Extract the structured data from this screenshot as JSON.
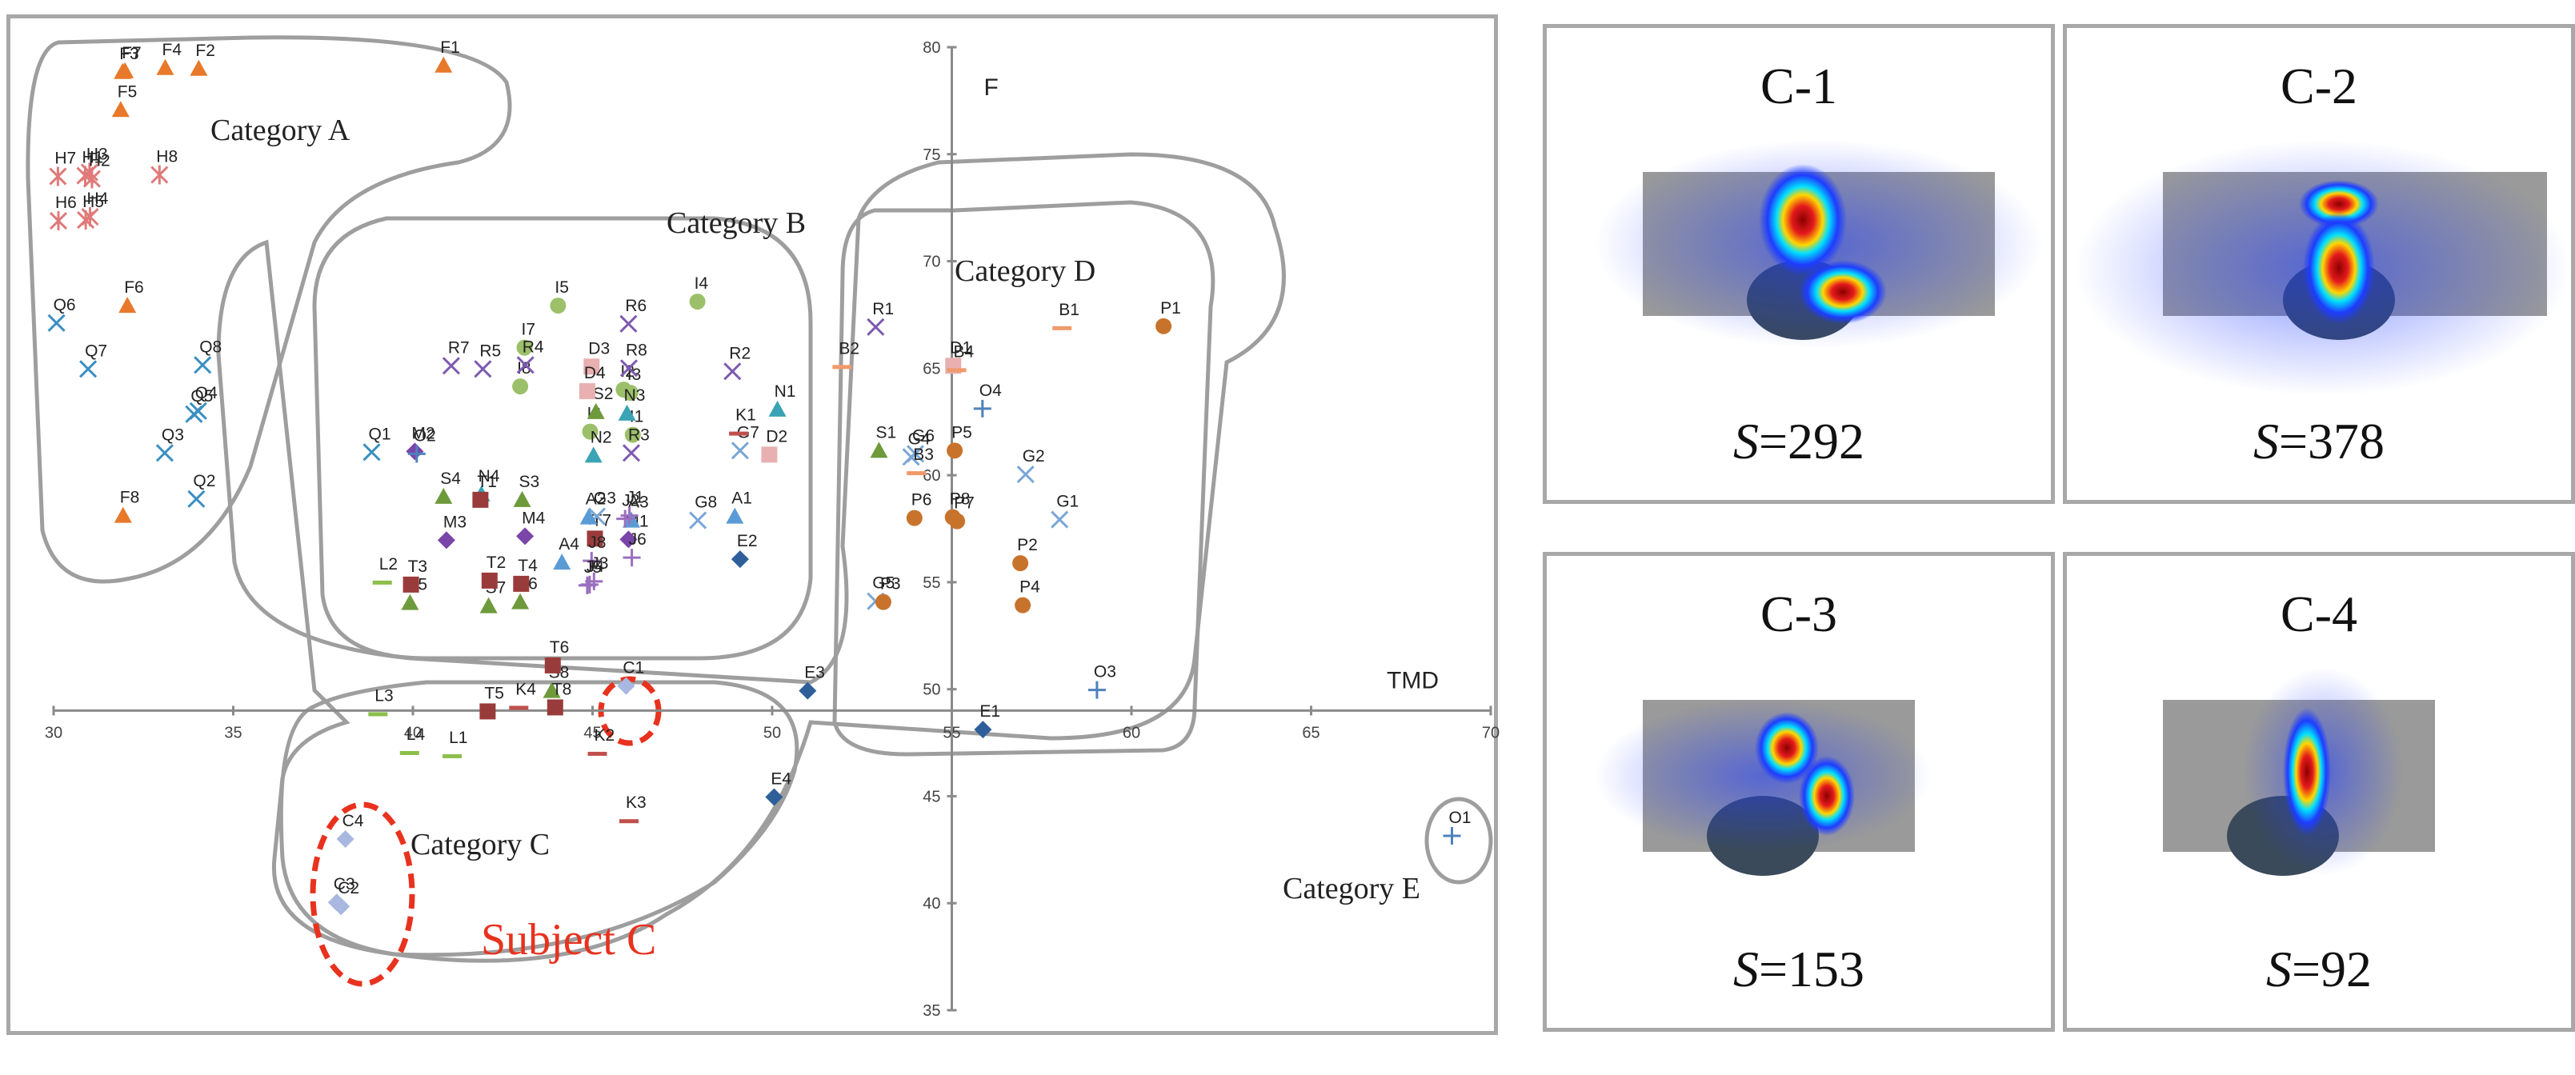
{
  "chart_data": {
    "type": "scatter",
    "xlabel": "TMD",
    "ylabel": "F",
    "xlim": [
      30,
      70
    ],
    "ylim": [
      35,
      80
    ],
    "x_ticks": [
      "30",
      "35",
      "40",
      "45",
      "50",
      "55",
      "60",
      "65",
      "70"
    ],
    "y_ticks": [
      "35",
      "40",
      "45",
      "50",
      "55",
      "60",
      "65",
      "70",
      "75",
      "80"
    ],
    "grid": false,
    "colors": {
      "F": "#e8792a",
      "H": "#e07a7a",
      "Q": "#3b8fc2",
      "I": "#9cc06a",
      "R": "#7e5bb0",
      "N": "#3aa3b5",
      "S": "#6e9a3c",
      "M": "#7a45a8",
      "T": "#9a3b3b",
      "L": "#8bbf4a",
      "D": "#e8b0b0",
      "G": "#7aa6d6",
      "K": "#c0504d",
      "A": "#5a9bd5",
      "J": "#9b6fbf",
      "E": "#2e5f9a",
      "C": "#a8b8e0",
      "B": "#f09a6a",
      "P": "#c8732c",
      "O": "#4f81bd"
    },
    "points": [
      {
        "label": "F1",
        "x": 41,
        "y": 79
      },
      {
        "label": "F2",
        "x": 34,
        "y": 79
      },
      {
        "label": "F3",
        "x": 32,
        "y": 79
      },
      {
        "label": "F4",
        "x": 33,
        "y": 79
      },
      {
        "label": "F7",
        "x": 32,
        "y": 79
      },
      {
        "label": "F5",
        "x": 32,
        "y": 77
      },
      {
        "label": "F6",
        "x": 32,
        "y": 68
      },
      {
        "label": "F8",
        "x": 32,
        "y": 58
      },
      {
        "label": "H7",
        "x": 30,
        "y": 74
      },
      {
        "label": "H3",
        "x": 31,
        "y": 74
      },
      {
        "label": "H1",
        "x": 31,
        "y": 74
      },
      {
        "label": "H2",
        "x": 31,
        "y": 74
      },
      {
        "label": "H8",
        "x": 33,
        "y": 74
      },
      {
        "label": "H6",
        "x": 30,
        "y": 72
      },
      {
        "label": "H4",
        "x": 31,
        "y": 72
      },
      {
        "label": "H5",
        "x": 31,
        "y": 72
      },
      {
        "label": "Q6",
        "x": 30,
        "y": 67
      },
      {
        "label": "Q7",
        "x": 31,
        "y": 65
      },
      {
        "label": "Q8",
        "x": 34,
        "y": 65
      },
      {
        "label": "Q4",
        "x": 34,
        "y": 63
      },
      {
        "label": "Q5",
        "x": 34,
        "y": 63
      },
      {
        "label": "Q3",
        "x": 33,
        "y": 61
      },
      {
        "label": "Q2",
        "x": 34,
        "y": 59
      },
      {
        "label": "Q1",
        "x": 39,
        "y": 61
      },
      {
        "label": "I5",
        "x": 44,
        "y": 68
      },
      {
        "label": "I4",
        "x": 48,
        "y": 68
      },
      {
        "label": "I7",
        "x": 43,
        "y": 66
      },
      {
        "label": "I8",
        "x": 43,
        "y": 64
      },
      {
        "label": "I2",
        "x": 46,
        "y": 64
      },
      {
        "label": "I3",
        "x": 46,
        "y": 64
      },
      {
        "label": "I6",
        "x": 45,
        "y": 62
      },
      {
        "label": "I1",
        "x": 46,
        "y": 62
      },
      {
        "label": "R6",
        "x": 46,
        "y": 67
      },
      {
        "label": "R1",
        "x": 53,
        "y": 67
      },
      {
        "label": "R7",
        "x": 41,
        "y": 65
      },
      {
        "label": "R5",
        "x": 42,
        "y": 65
      },
      {
        "label": "R4",
        "x": 43,
        "y": 65
      },
      {
        "label": "R8",
        "x": 46,
        "y": 65
      },
      {
        "label": "R2",
        "x": 49,
        "y": 65
      },
      {
        "label": "R3",
        "x": 46,
        "y": 61
      },
      {
        "label": "N3",
        "x": 46,
        "y": 63
      },
      {
        "label": "N1",
        "x": 50,
        "y": 63
      },
      {
        "label": "N2",
        "x": 45,
        "y": 61
      },
      {
        "label": "N4",
        "x": 42,
        "y": 59
      },
      {
        "label": "S2",
        "x": 45,
        "y": 63
      },
      {
        "label": "S1",
        "x": 53,
        "y": 61
      },
      {
        "label": "S4",
        "x": 41,
        "y": 59
      },
      {
        "label": "S3",
        "x": 43,
        "y": 59
      },
      {
        "label": "S5",
        "x": 40,
        "y": 54
      },
      {
        "label": "S7",
        "x": 42,
        "y": 54
      },
      {
        "label": "S6",
        "x": 43,
        "y": 54
      },
      {
        "label": "S8",
        "x": 44,
        "y": 50
      },
      {
        "label": "M2",
        "x": 40,
        "y": 61
      },
      {
        "label": "M3",
        "x": 41,
        "y": 57
      },
      {
        "label": "M4",
        "x": 43,
        "y": 57
      },
      {
        "label": "M1",
        "x": 46,
        "y": 57
      },
      {
        "label": "T1",
        "x": 42,
        "y": 59
      },
      {
        "label": "T7",
        "x": 45,
        "y": 57
      },
      {
        "label": "T3",
        "x": 40,
        "y": 55
      },
      {
        "label": "T2",
        "x": 42,
        "y": 55
      },
      {
        "label": "T4",
        "x": 43,
        "y": 55
      },
      {
        "label": "T6",
        "x": 44,
        "y": 51
      },
      {
        "label": "T5",
        "x": 42,
        "y": 49
      },
      {
        "label": "T8",
        "x": 44,
        "y": 49
      },
      {
        "label": "L2",
        "x": 39,
        "y": 55
      },
      {
        "label": "L3",
        "x": 39,
        "y": 49
      },
      {
        "label": "L4",
        "x": 40,
        "y": 47
      },
      {
        "label": "L1",
        "x": 41,
        "y": 47
      },
      {
        "label": "D3",
        "x": 45,
        "y": 65
      },
      {
        "label": "D4",
        "x": 45,
        "y": 64
      },
      {
        "label": "D1",
        "x": 55,
        "y": 65
      },
      {
        "label": "D2",
        "x": 50,
        "y": 61
      },
      {
        "label": "G7",
        "x": 49,
        "y": 61
      },
      {
        "label": "G6",
        "x": 54,
        "y": 61
      },
      {
        "label": "G4",
        "x": 54,
        "y": 61
      },
      {
        "label": "G2",
        "x": 57,
        "y": 60
      },
      {
        "label": "G8",
        "x": 48,
        "y": 58
      },
      {
        "label": "G3",
        "x": 45,
        "y": 58
      },
      {
        "label": "G1",
        "x": 58,
        "y": 58
      },
      {
        "label": "G5",
        "x": 53,
        "y": 54
      },
      {
        "label": "K1",
        "x": 49,
        "y": 62
      },
      {
        "label": "K4",
        "x": 43,
        "y": 49
      },
      {
        "label": "K2",
        "x": 45,
        "y": 47
      },
      {
        "label": "K3",
        "x": 46,
        "y": 44
      },
      {
        "label": "A2",
        "x": 45,
        "y": 58
      },
      {
        "label": "A3",
        "x": 46,
        "y": 58
      },
      {
        "label": "A1",
        "x": 49,
        "y": 58
      },
      {
        "label": "A4",
        "x": 44,
        "y": 56
      },
      {
        "label": "J1",
        "x": 46,
        "y": 58
      },
      {
        "label": "J2",
        "x": 46,
        "y": 58
      },
      {
        "label": "J6",
        "x": 46,
        "y": 56
      },
      {
        "label": "J8",
        "x": 45,
        "y": 56
      },
      {
        "label": "J5",
        "x": 45,
        "y": 55
      },
      {
        "label": "J3",
        "x": 45,
        "y": 55
      },
      {
        "label": "J4",
        "x": 45,
        "y": 55
      },
      {
        "label": "E2",
        "x": 49,
        "y": 56
      },
      {
        "label": "E3",
        "x": 51,
        "y": 50
      },
      {
        "label": "E1",
        "x": 56,
        "y": 48
      },
      {
        "label": "E4",
        "x": 50,
        "y": 45
      },
      {
        "label": "C1",
        "x": 46,
        "y": 50
      },
      {
        "label": "C4",
        "x": 38,
        "y": 43
      },
      {
        "label": "C2",
        "x": 38,
        "y": 40
      },
      {
        "label": "C3",
        "x": 38,
        "y": 40
      },
      {
        "label": "B1",
        "x": 58,
        "y": 67
      },
      {
        "label": "B2",
        "x": 52,
        "y": 65
      },
      {
        "label": "B4",
        "x": 55,
        "y": 65
      },
      {
        "label": "B3",
        "x": 54,
        "y": 60
      },
      {
        "label": "P1",
        "x": 61,
        "y": 67
      },
      {
        "label": "P5",
        "x": 55,
        "y": 61
      },
      {
        "label": "P6",
        "x": 54,
        "y": 58
      },
      {
        "label": "P7",
        "x": 55,
        "y": 58
      },
      {
        "label": "P8",
        "x": 55,
        "y": 58
      },
      {
        "label": "P2",
        "x": 57,
        "y": 56
      },
      {
        "label": "P3",
        "x": 53,
        "y": 54
      },
      {
        "label": "P4",
        "x": 57,
        "y": 54
      },
      {
        "label": "O4",
        "x": 56,
        "y": 63
      },
      {
        "label": "O3",
        "x": 59,
        "y": 50
      },
      {
        "label": "O1",
        "x": 69,
        "y": 43
      },
      {
        "label": "O2",
        "x": 40,
        "y": 61
      }
    ],
    "annotations": [
      "Category A",
      "Category B",
      "Category C",
      "Category D",
      "Category E",
      "Subject C"
    ]
  },
  "heatmaps": [
    {
      "title": "C-1",
      "score_symbol": "S",
      "score_value": "=292"
    },
    {
      "title": "C-2",
      "score_symbol": "S",
      "score_value": "=378"
    },
    {
      "title": "C-3",
      "score_symbol": "S",
      "score_value": "=153"
    },
    {
      "title": "C-4",
      "score_symbol": "S",
      "score_value": "=92"
    }
  ]
}
